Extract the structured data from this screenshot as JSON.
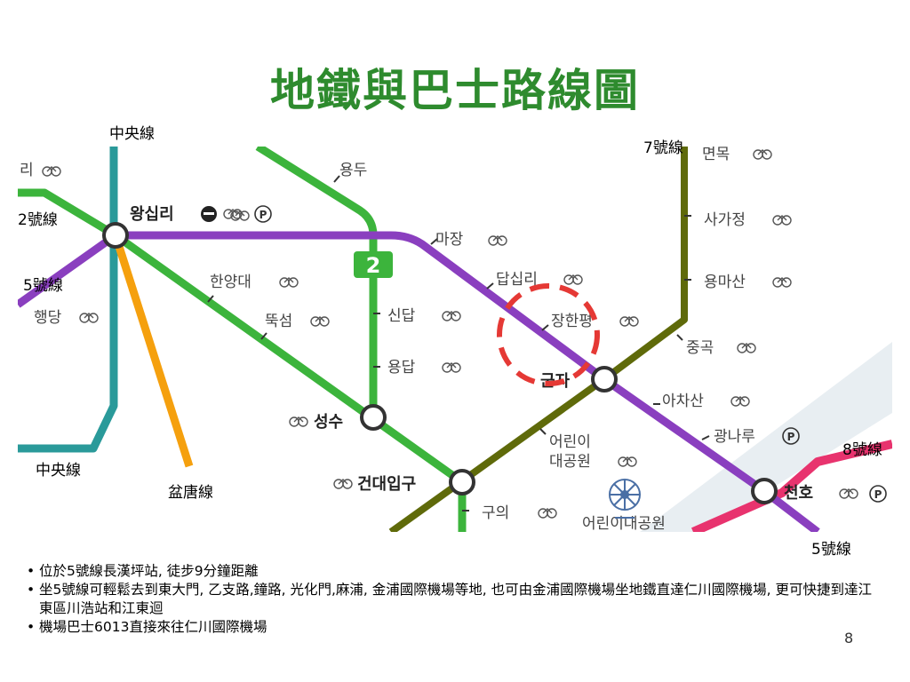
{
  "title": "地鐵與巴士路線圖",
  "map_labels": {
    "central_top": "中央線",
    "line7": "7號線",
    "line2": "2號線",
    "line5_left": "5號線",
    "central_bottom": "中央線",
    "bundang": "盆唐線",
    "line8": "8號線",
    "line5_bottom": "5號線"
  },
  "stations": {
    "ri": "리",
    "wangsimni": "왕십리",
    "yongdu": "용두",
    "majang": "마장",
    "dapsimni": "답십리",
    "janghanpyeong": "장한평",
    "gunja": "군자",
    "hanyangdae": "한양대",
    "ttukseom": "뚝섬",
    "haengdang": "행당",
    "sindap": "신답",
    "yongdap": "용답",
    "seongsu": "성수",
    "konkuk": "건대입구",
    "guui": "구의",
    "children_park": "어린이대공원",
    "children_park_1": "어린이",
    "children_park_2": "대공원",
    "children_park_small": "어린이대공원",
    "myeonmok": "면목",
    "sagajeong": "사가정",
    "yongmasan": "용마산",
    "junggok": "중곡",
    "achasan": "아차산",
    "gwangnaru": "광나루",
    "cheonho": "천호"
  },
  "line2_badge": "2",
  "transfer_badge": "P",
  "bullets": [
    "位於5號線長漢坪站, 徒步9分鐘距離",
    "坐5號線可輕鬆去到東大門, 乙支路,鐘路, 光化門,麻浦, 金浦國際機場等地, 也可由金浦國際機場坐地鐵直達仁川國際機場, 更可快捷到達江東區川浩站和江東迴",
    "機場巴士6013直接來往仁川國際機場"
  ],
  "page_number": "8",
  "colors": {
    "title": "#2e8b2e",
    "line2": "#3cb43c",
    "line5": "#8a3fbf",
    "line7": "#5f6a0a",
    "line8": "#e8336e",
    "jungang": "#2a9a9a",
    "bundang": "#f5a00e",
    "highlight": "#e53935"
  }
}
